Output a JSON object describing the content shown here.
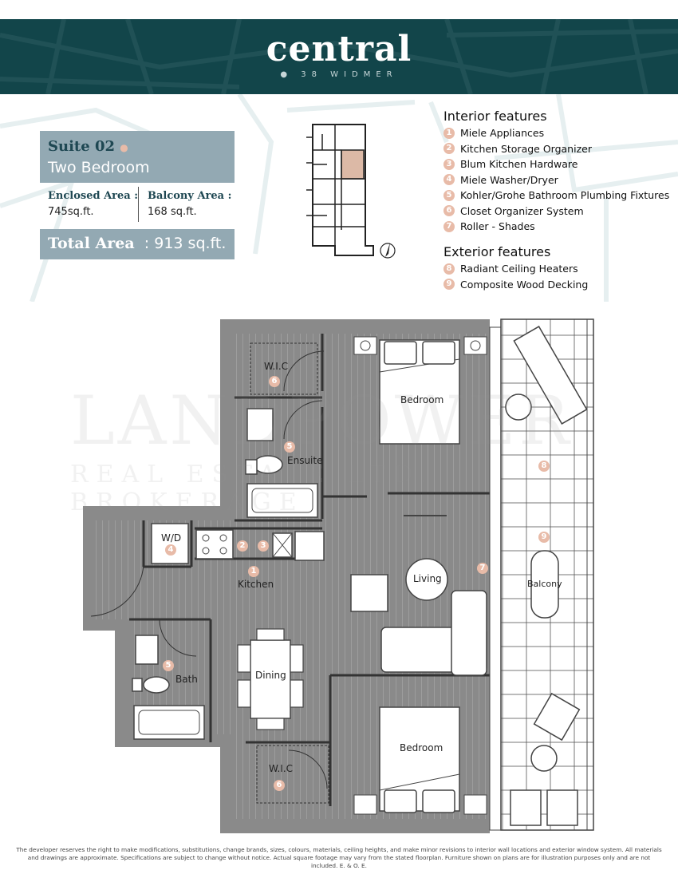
{
  "header": {
    "brand": "central",
    "tagline": "38 WIDMER"
  },
  "suite": {
    "title": "Suite 02",
    "type": "Two Bedroom",
    "enclosed_label": "Enclosed Area :",
    "enclosed_value": "745sq.ft.",
    "balcony_label": "Balcony Area :",
    "balcony_value": "168 sq.ft.",
    "total_label": "Total Area",
    "total_value": ": 913  sq.ft."
  },
  "interior_features": {
    "heading": "Interior features",
    "items": [
      {
        "num": "1",
        "label": "Miele Appliances"
      },
      {
        "num": "2",
        "label": "Kitchen Storage Organizer"
      },
      {
        "num": "3",
        "label": "Blum Kitchen Hardware"
      },
      {
        "num": "4",
        "label": "Miele Washer/Dryer"
      },
      {
        "num": "5",
        "label": "Kohler/Grohe Bathroom Plumbing Fixtures"
      },
      {
        "num": "6",
        "label": "Closet Organizer System"
      },
      {
        "num": "7",
        "label": "Roller - Shades"
      }
    ]
  },
  "exterior_features": {
    "heading": "Exterior features",
    "items": [
      {
        "num": "8",
        "label": "Radiant Ceiling Heaters"
      },
      {
        "num": "9",
        "label": "Composite Wood Decking"
      }
    ]
  },
  "rooms": {
    "wic_top": "W.I.C",
    "bedroom_top": "Bedroom",
    "ensuite": "Ensuite",
    "wd": "W/D",
    "kitchen": "Kitchen",
    "living": "Living",
    "balcony": "Balcony",
    "bath": "Bath",
    "dining": "Dining",
    "bedroom_bottom": "Bedroom",
    "wic_bottom": "W.I.C"
  },
  "plan_badges": {
    "wic_top": "6",
    "ensuite": "5",
    "wd": "4",
    "k2": "2",
    "k3": "3",
    "kitchen": "1",
    "shades": "7",
    "heater": "8",
    "deck": "9",
    "bath": "5",
    "wic_bottom": "6"
  },
  "watermark": {
    "line1": "LANDPOWER",
    "line2": "REAL ESTATE LTD. BROKERAGE"
  },
  "disclaimer": "The developer reserves the right to make modifications, substitutions, change brands, sizes, colours, materials, ceiling heights, and make minor revisions to interior wall locations and exterior window system. All materials and drawings are approximate. Specifications are subject to change without notice. Actual square footage may vary from the stated floorplan. Furniture shown on plans are for illustration purposes only and are not included. E. & O. E.",
  "colors": {
    "banner": "#12454a",
    "suite_box": "#93a9b3",
    "badge": "#e8bba8",
    "highlight_unit": "#dcb9a6"
  }
}
